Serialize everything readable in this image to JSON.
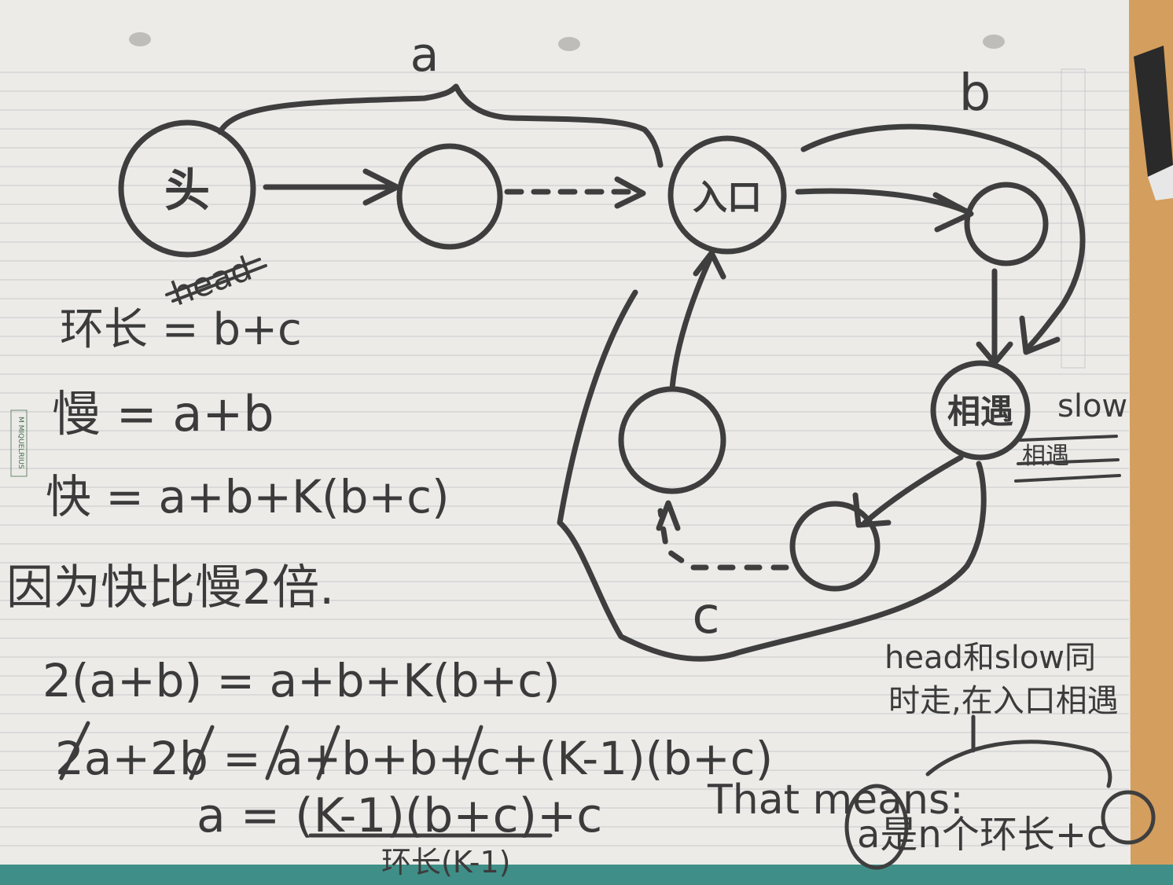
{
  "nodes": {
    "head": "头",
    "entrance": "入口",
    "meet": "相遇"
  },
  "edge_labels": {
    "a": "a",
    "b": "b",
    "c": "c"
  },
  "annotations": {
    "head_en": "head",
    "slow": "slow",
    "slow_underline": "相遇",
    "head_slow_note_line1": "head和slow同",
    "head_slow_note_line2": "时走,在入口相遇",
    "that_means": "That means:",
    "conclusion": "a是n个环长+c"
  },
  "equations": {
    "ring_length": "环长 = b+c",
    "slow": "慢 = a+b",
    "fast": "快 = a+b+K(b+c)",
    "because": "因为快比慢2倍.",
    "eq1": "2(a+b) = a+b+K(b+c)",
    "eq2": "2a+2b = a+b+b+c+(K-1)(b+c)",
    "eq3": "a = (K-1)(b+c)+c",
    "eq3_under": "环长(K-1)"
  },
  "sidebar_brand": "M MIQUELRIUS"
}
